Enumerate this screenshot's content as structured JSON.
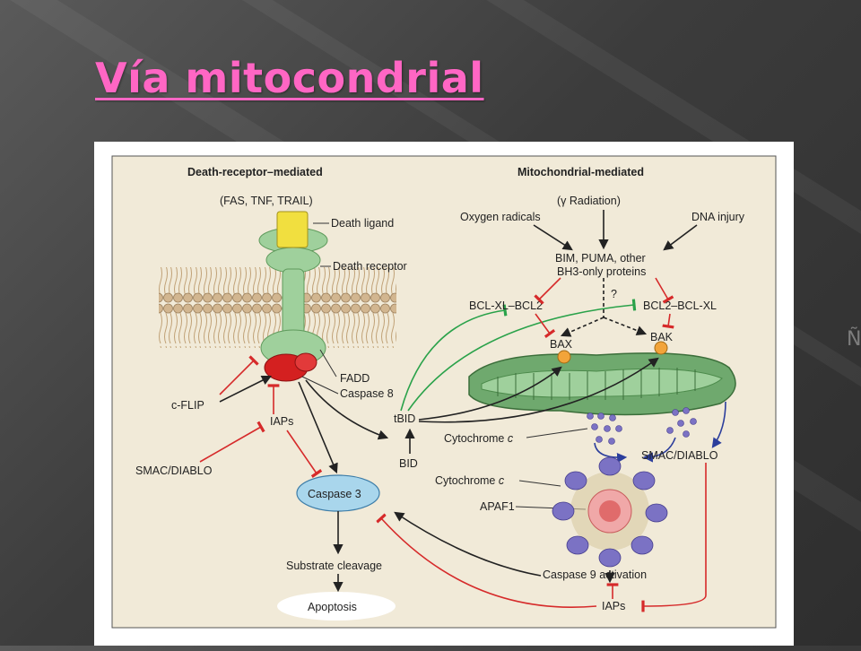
{
  "slide": {
    "title": "Vía mitocondrial",
    "bullet_glyph": "Ñ"
  },
  "figure": {
    "header_left": "Death-receptor–mediated",
    "header_right": "Mitochondrial-mediated",
    "labels": {
      "ligands": "(FAS, TNF, TRAIL)",
      "death_ligand": "Death ligand",
      "death_receptor": "Death receptor",
      "fadd": "FADD",
      "caspase8": "Caspase 8",
      "cflip": "c-FLIP",
      "iaps_left": "IAPs",
      "smac_left": "SMAC/DIABLO",
      "caspase3": "Caspase 3",
      "substrate": "Substrate cleavage",
      "apoptosis": "Apoptosis",
      "tbid": "tBID",
      "bid": "BID",
      "radiation": "(γ Radiation)",
      "oxygen": "Oxygen radicals",
      "dna": "DNA injury",
      "bim1": "BIM, PUMA, other",
      "bim2": "BH3-only proteins",
      "question": "?",
      "bclxl_bcl2": "BCL-XL–BCL2",
      "bcl2_bclxl": "BCL2–BCL-XL",
      "bax": "BAX",
      "bak": "BAK",
      "cytc1_pre": "Cytochrome ",
      "cytc1_c": "c",
      "cytc2_pre": "Cytochrome ",
      "cytc2_c": "c",
      "apaf1": "APAF1",
      "smac_right": "SMAC/DIABLO",
      "caspase9": "Caspase 9 activation",
      "iaps_right": "IAPs"
    }
  },
  "colors": {
    "title": "#ff66c4",
    "diagram_bg": "#f1ead8",
    "receptor": "#9fd09c",
    "caspase8": "#d42020",
    "ligand": "#f1df3f",
    "caspase3": "#a9d6ec",
    "mitochondrion": "#6fa96e",
    "cytochrome": "#7b72c4",
    "inhibit": "#d62a2a",
    "tbid_arrow": "#2aa24a",
    "release_arrow": "#2c3e9c"
  },
  "icons": {
    "bullet": "bullet-icon",
    "apoptosome": "apoptosome-icon",
    "mitochondrion": "mitochondrion-icon"
  }
}
